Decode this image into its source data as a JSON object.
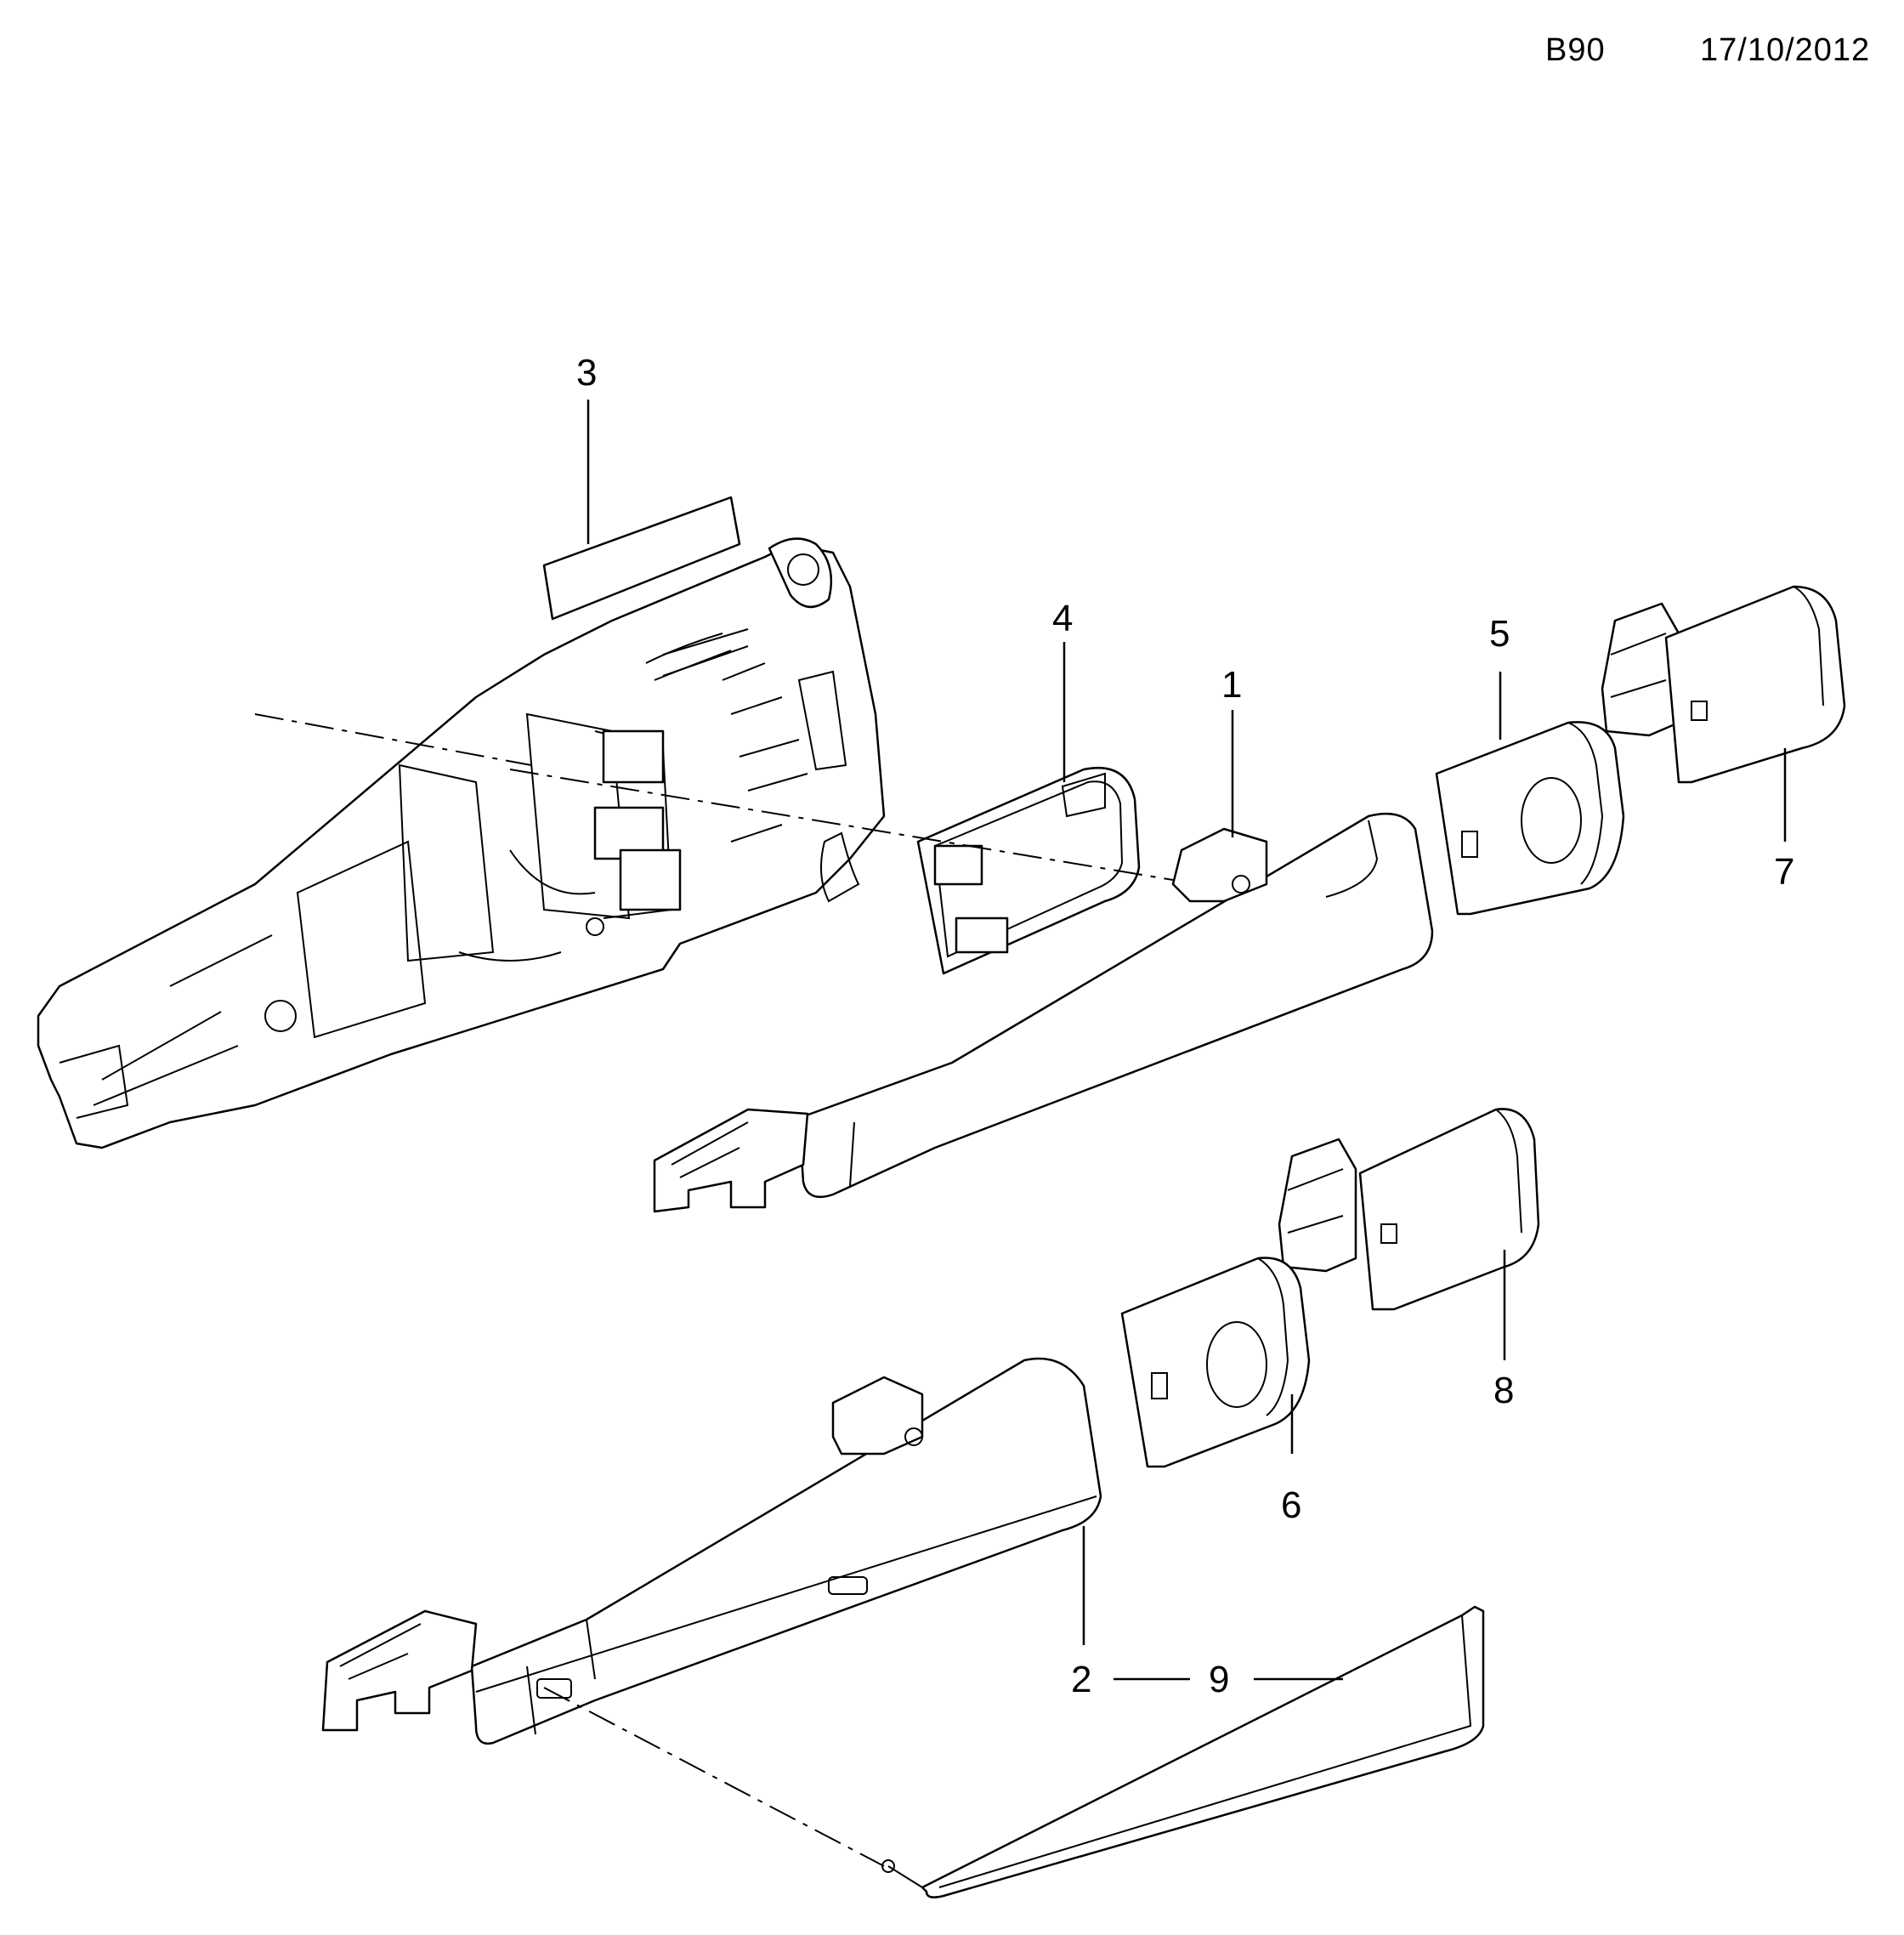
{
  "header": {
    "code": "B90",
    "date": "17/10/2012"
  },
  "callouts": {
    "c1": "1",
    "c2": "2",
    "c3": "3",
    "c4": "4",
    "c5": "5",
    "c6": "6",
    "c7": "7",
    "c8": "8",
    "c9": "9"
  }
}
